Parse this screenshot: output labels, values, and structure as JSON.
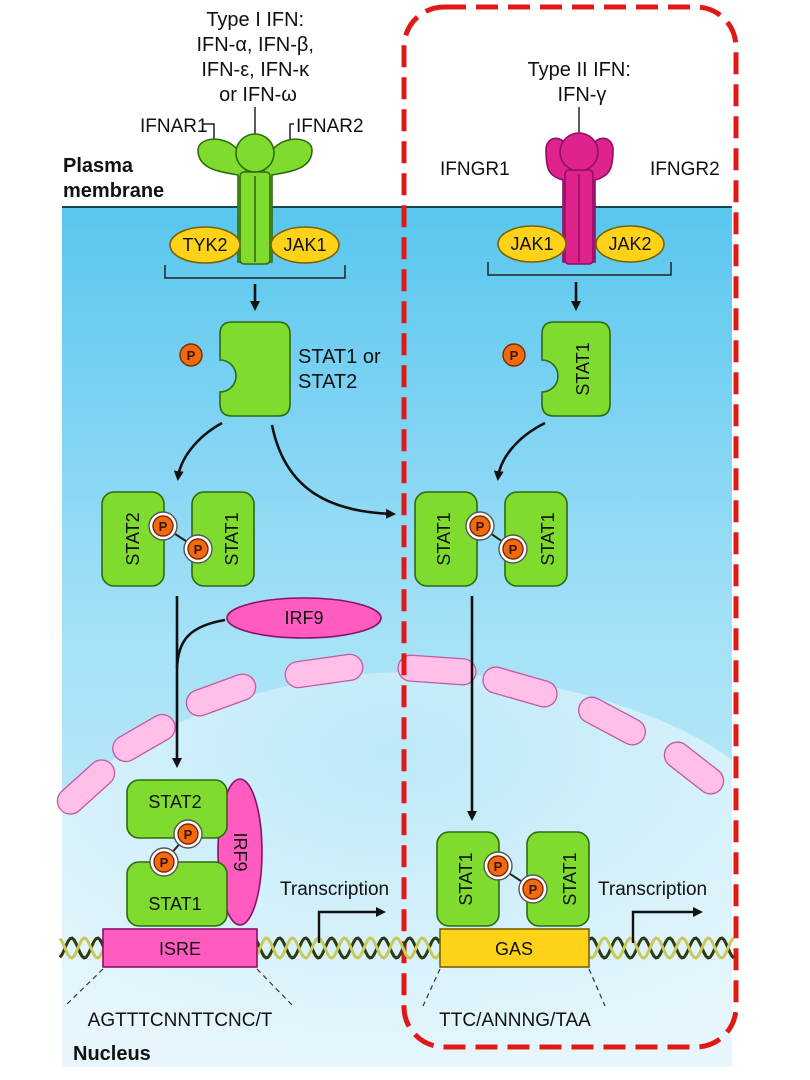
{
  "type1": {
    "ligand_lines": [
      "Type I IFN:",
      "IFN-α, IFN-β,",
      "IFN-ε, IFN-κ",
      "or IFN-ω"
    ],
    "receptor1": "IFNAR1",
    "receptor2": "IFNAR2",
    "kinase1": "TYK2",
    "kinase2": "JAK1",
    "stat_label_lines": [
      "STAT1 or",
      "STAT2"
    ],
    "dimer_left": "STAT2",
    "dimer_right": "STAT1",
    "irf9": "IRF9",
    "complex_top": "STAT2",
    "complex_bottom": "STAT1",
    "complex_irf9": "IRF9",
    "element": "ISRE",
    "sequence": "AGTTTCNNTTCNC/T",
    "transcription": "Transcription"
  },
  "type2": {
    "ligand_lines": [
      "Type II IFN:",
      "IFN-γ"
    ],
    "receptor1": "IFNGR1",
    "receptor2": "IFNGR2",
    "kinase1": "JAK1",
    "kinase2": "JAK2",
    "stat": "STAT1",
    "dimer_left": "STAT1",
    "dimer_right": "STAT1",
    "nuc_left": "STAT1",
    "nuc_right": "STAT1",
    "element": "GAS",
    "sequence": "TTC/ANNNG/TAA",
    "transcription": "Transcription"
  },
  "labels": {
    "membrane_lines": [
      "Plasma",
      "membrane"
    ],
    "nucleus": "Nucleus",
    "phospho": "P"
  },
  "colors": {
    "cytoplasm": "#7fd3f0",
    "receptor_type1": "#7fdc2e",
    "receptor_type2": "#e0238c",
    "stat": "#7fdc2e",
    "kinase": "#ffd21a",
    "irf9": "#ff5bc0",
    "phosphate": "#f26a10",
    "isre": "#ff5bc0",
    "gas": "#ffd21a",
    "nuclear_envelope": "#ffb8e4",
    "highlight_box": "#e01818"
  }
}
